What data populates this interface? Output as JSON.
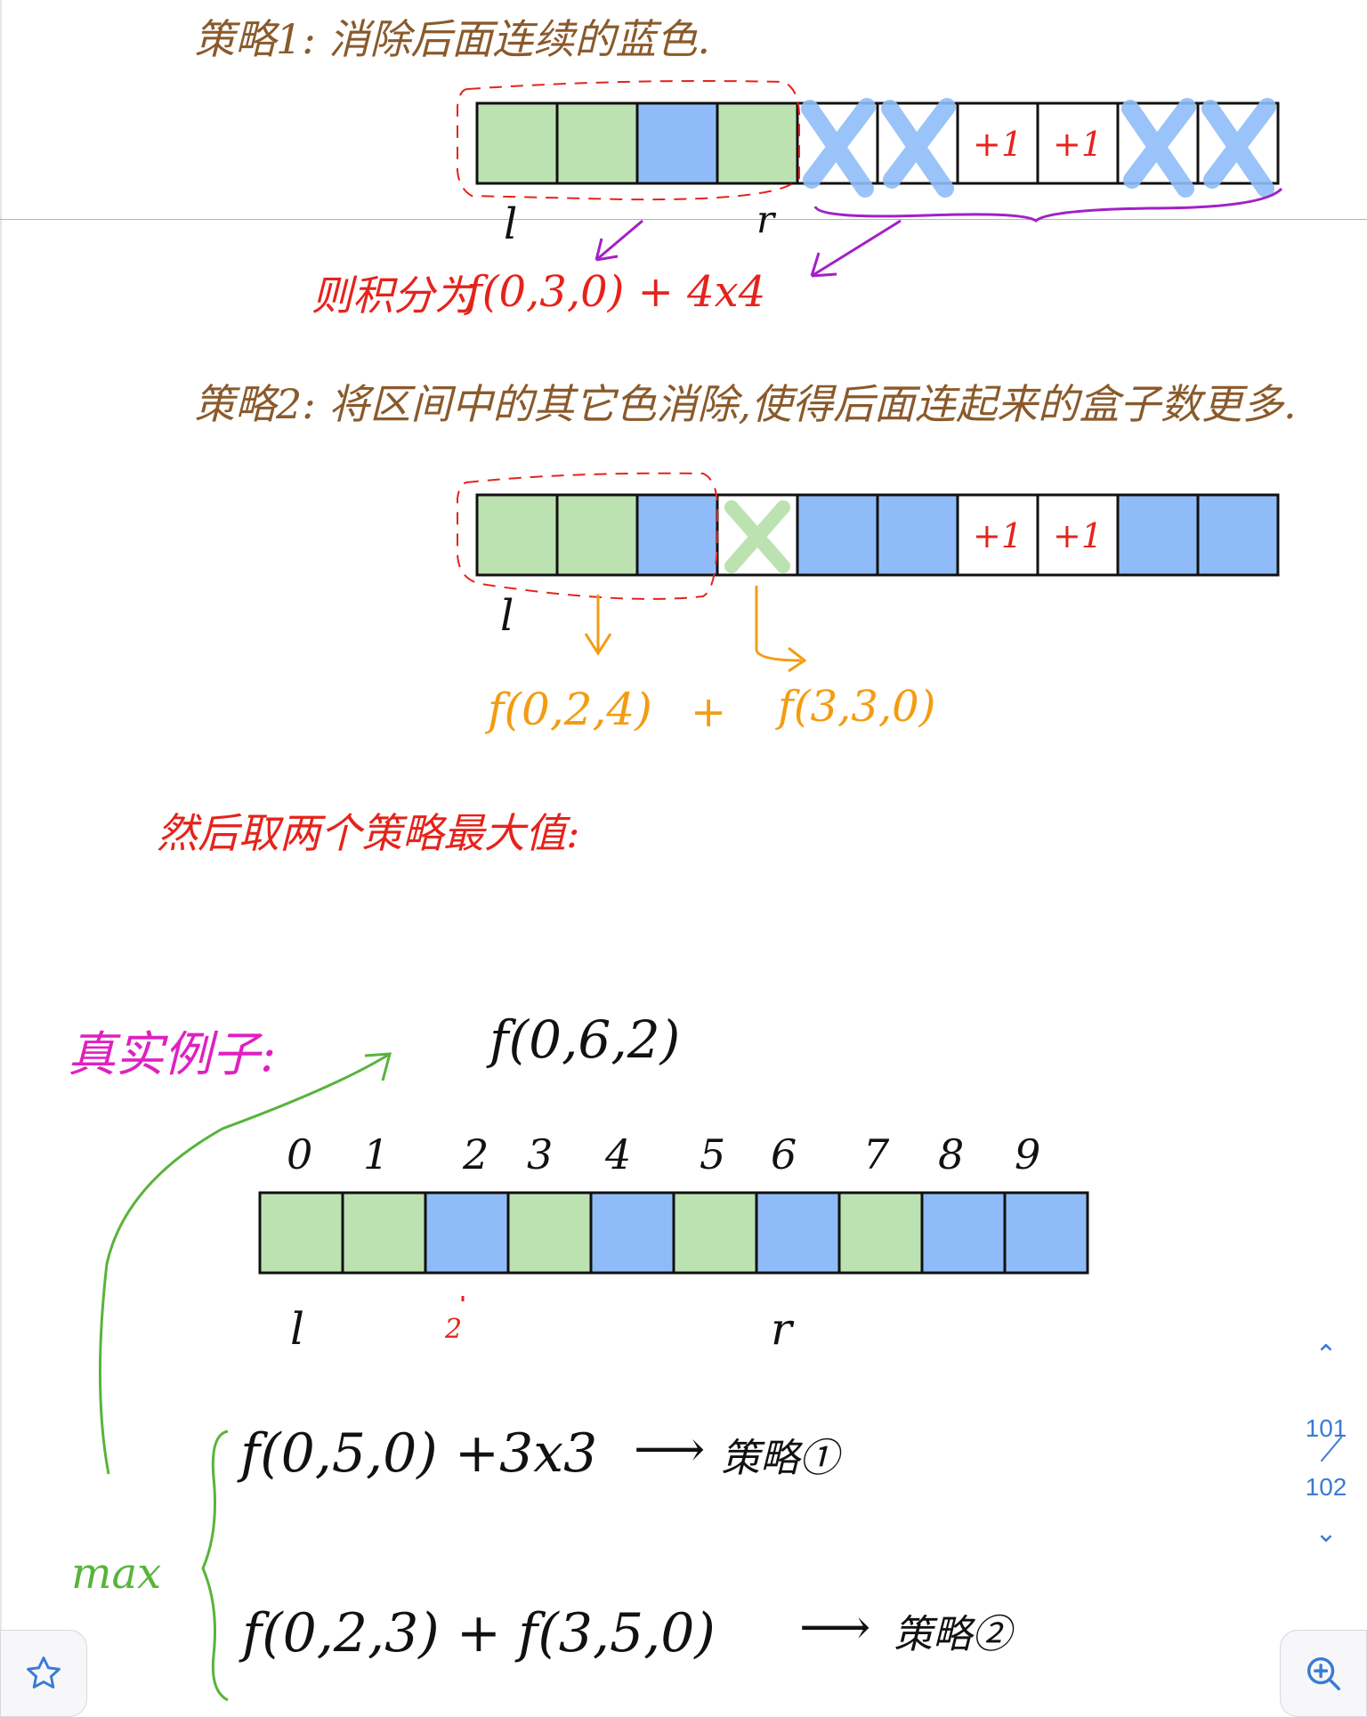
{
  "note": {
    "strategy1_title": "策略1: 消除后面连续的蓝色.",
    "strategy1_result": "则积分为",
    "strategy1_formula": "f(0,3,0) + 4x4",
    "l_label": "l",
    "r_label": "r",
    "plus_one": "+1",
    "strategy2_title": "策略2: 将区间中的其它色消除,使得后面连起来的盒子数更多.",
    "strategy2_formula_left": "f(0,2,4)",
    "plus_sign": "+",
    "strategy2_formula_right": "f(3,3,0)",
    "conclusion": "然后取两个策略最大值:",
    "example_title": "真实例子:",
    "example_call": "f(0,6,2)",
    "indices": [
      "0",
      "1",
      "2",
      "3",
      "4",
      "5",
      "6",
      "7",
      "8",
      "9"
    ],
    "mark_two": "2",
    "max_label": "max",
    "option1": "f(0,5,0) +3x3",
    "option1_arrow": "⟶",
    "option1_tag": "策略①",
    "option2": "f(0,2,3) + f(3,5,0)",
    "option2_arrow": "⟶",
    "option2_tag": "策略②"
  },
  "boxes": {
    "row1": [
      "green",
      "green",
      "blue",
      "green",
      "crossed",
      "crossed",
      "plus",
      "plus",
      "crossed",
      "crossed"
    ],
    "row2": [
      "green",
      "green",
      "blue",
      "green-x",
      "blue",
      "blue",
      "plus",
      "plus",
      "blue",
      "blue"
    ],
    "row3": [
      "green",
      "green",
      "blue",
      "green",
      "blue",
      "green",
      "blue",
      "green",
      "blue",
      "blue"
    ]
  },
  "colors": {
    "green_box": "#bde2b2",
    "blue_box": "#8fbcf8",
    "ink_brown": "#8a5a2b",
    "ink_red": "#e5231b",
    "ink_orange": "#f39c12",
    "ink_magenta": "#e020c0",
    "ink_green": "#58b43a",
    "ink_purple": "#a320c8",
    "accent_ui": "#3a7bd5"
  },
  "pager": {
    "up_icon": "chevron-up-icon",
    "current": "101",
    "total": "102",
    "down_icon": "chevron-down-icon"
  },
  "toolbar": {
    "favorite_icon": "star-icon",
    "zoom_icon": "zoom-in-icon"
  }
}
